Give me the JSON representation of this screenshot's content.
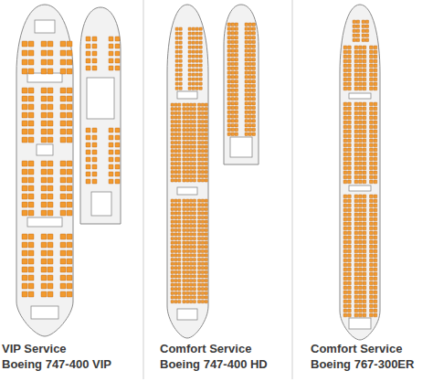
{
  "diagram": {
    "labels": [
      "VIP Service",
      "Boeing 747-400 VIP",
      "Comfort Service",
      "Boeing 747-400 HD",
      "Comfort Service",
      "Boeing 767-300ER"
    ]
  }
}
